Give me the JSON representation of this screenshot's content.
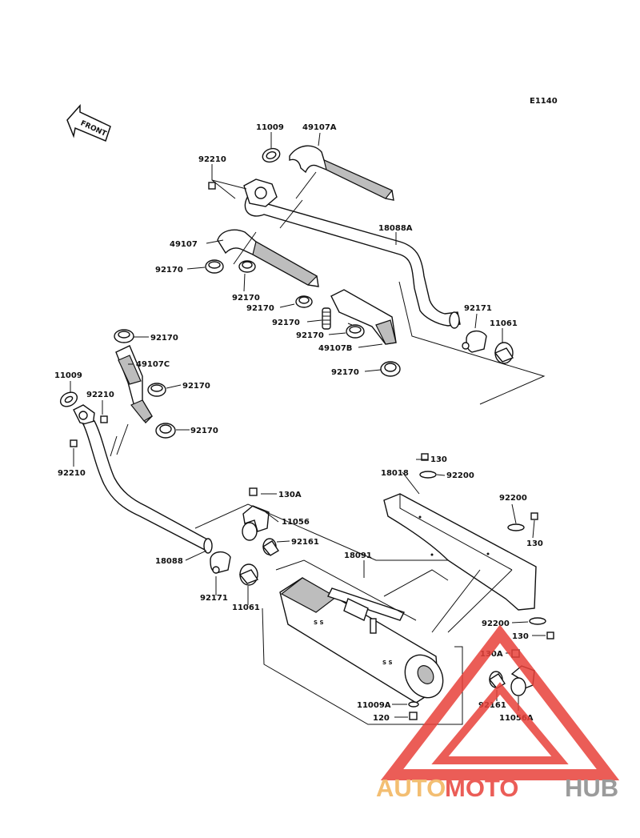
{
  "diagram": {
    "code": "E1140",
    "front_label": "FRONT",
    "parts": {
      "p11009_top": "11009",
      "p49107A": "49107A",
      "p92210_top": "92210",
      "p18088A": "18088A",
      "p49107": "49107",
      "p92170_a": "92170",
      "p92170_b": "92170",
      "p92170_c": "92170",
      "p92170_d": "92170",
      "p92170_e": "92170",
      "p49107B": "49107B",
      "p92170_f": "92170",
      "p92171_right": "92171",
      "p11061_right": "11061",
      "p92170_g": "92170",
      "p49107C": "49107C",
      "p92170_h": "92170",
      "p92170_i": "92170",
      "p11009_left": "11009",
      "p92210_left1": "92210",
      "p92210_left2": "92210",
      "p130_a": "130",
      "p18018": "18018",
      "p92200_a": "92200",
      "p130A_top": "130A",
      "p11056": "11056",
      "p92161_top": "92161",
      "p92200_b": "92200",
      "p130_b": "130",
      "p18091": "18091",
      "p18088": "18088",
      "p92171_left": "92171",
      "p11061_left": "11061",
      "p92200_c": "92200",
      "p130_c": "130",
      "p130A_bottom": "130A",
      "p11009A": "11009A",
      "p92161_bottom": "92161",
      "p120": "120",
      "p11056A": "11056A"
    }
  },
  "watermark": {
    "text_part1": "AUTO",
    "text_part2": "MOTO",
    "text_part3": "HUB",
    "color_orange": "#f2b35a",
    "color_red": "#e8413a",
    "color_gray": "#8a8a8a"
  }
}
